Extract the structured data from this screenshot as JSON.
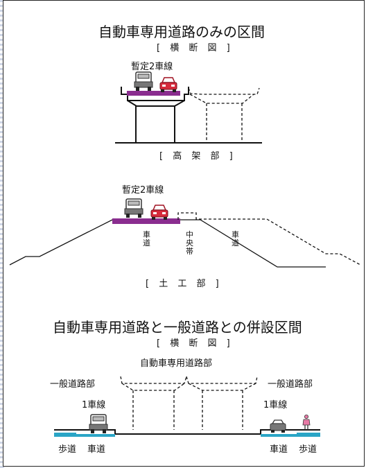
{
  "colors": {
    "pavement_purple": "#8a2d8f",
    "road_cyan": "#2aa5c6",
    "car_red": "#d62b3c",
    "truck_gray": "#777777",
    "pedestrian_pink": "#e77aa6"
  },
  "section1": {
    "title": "自動車専用道路のみの区間",
    "subtitle": "[ 横 断 図 ]",
    "elevated": {
      "lane_label": "暫定2車線",
      "caption": "[ 高 架 部 ]"
    },
    "earthwork": {
      "lane_label": "暫定2車線",
      "label_roadway_left": "車道",
      "label_median": "中央帯",
      "label_roadway_right": "車道",
      "caption": "[ 土 工 部 ]"
    }
  },
  "section2": {
    "title": "自動車専用道路と一般道路との併設区間",
    "subtitle": "[ 横 断 図 ]",
    "expressway_label": "自動車専用道路部",
    "left_general": "一般道路部",
    "right_general": "一般道路部",
    "left_lane": "1車線",
    "right_lane": "1車線",
    "left_sidewalk": "歩道",
    "left_roadway": "車道",
    "right_roadway": "車道",
    "right_sidewalk": "歩道"
  }
}
